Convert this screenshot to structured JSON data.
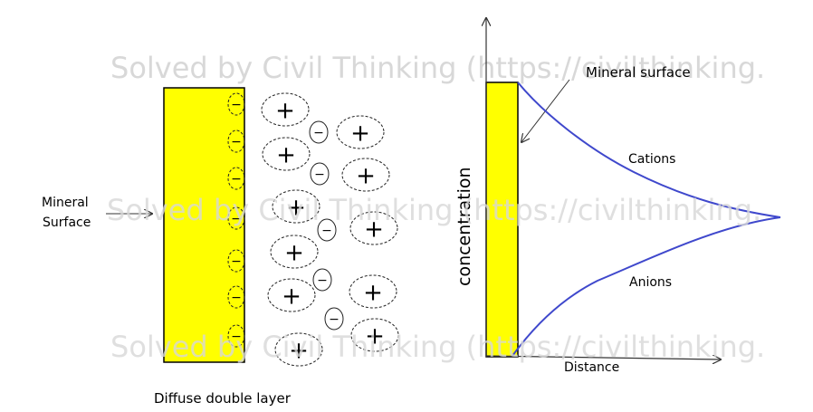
{
  "watermark": "Solved by Civil Thinking (https://civilthinking.",
  "left_diagram": {
    "caption": "Diffuse double layer",
    "label_line1": "Mineral",
    "label_line2": "Surface",
    "surface_color": "#ffff00",
    "surface_charges": [
      "−",
      "−",
      "−",
      "−",
      "−",
      "−",
      "−"
    ],
    "cations": [
      "+",
      "+",
      "+",
      "+",
      "+",
      "+",
      "+",
      "+",
      "+",
      "+",
      "+"
    ],
    "anions": [
      "−",
      "−",
      "−",
      "−",
      "−"
    ]
  },
  "right_graph": {
    "ylabel": "concentration",
    "xlabel": "Distance",
    "surface_label": "Mineral surface",
    "curve_upper_label": "Cations",
    "curve_lower_label": "Anions",
    "surface_color": "#ffff00",
    "curve_color": "#3f48cc"
  }
}
